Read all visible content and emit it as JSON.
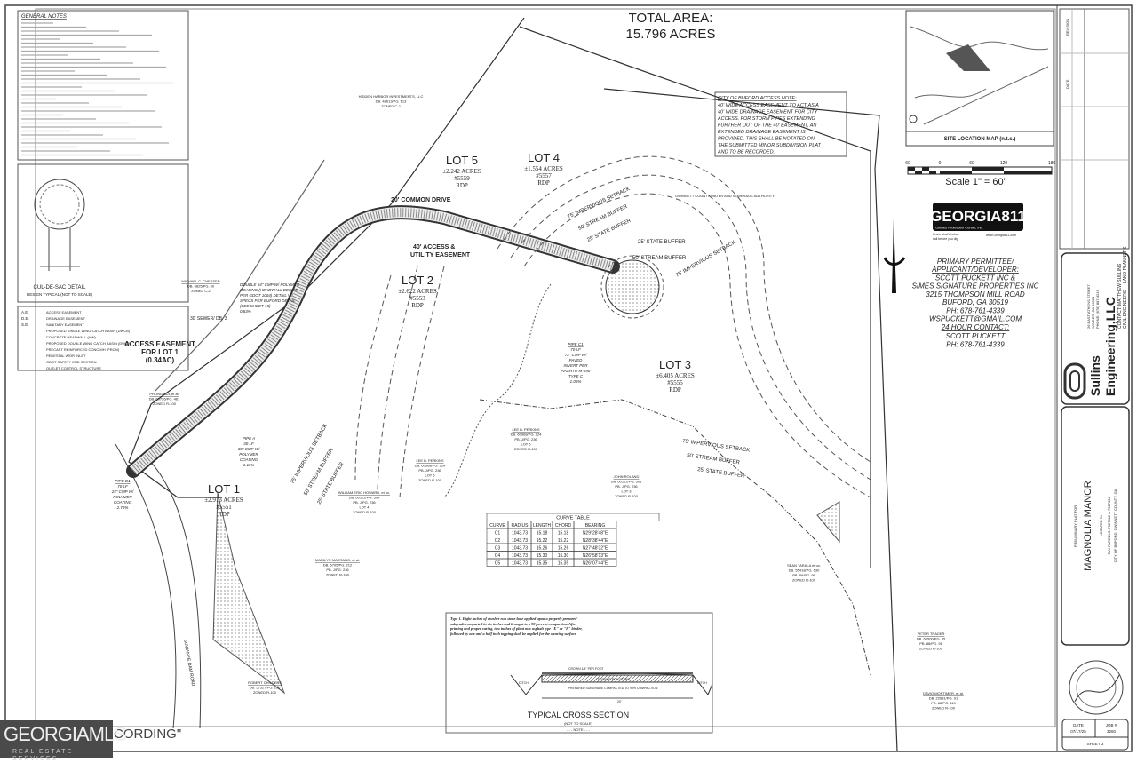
{
  "title_area": {
    "label": "TOTAL AREA:",
    "value": "15.796 ACRES"
  },
  "general_notes": {
    "heading": "GENERAL NOTES"
  },
  "legend": [
    {
      "abbr": "A.E.",
      "text": "ACCESS EASEMENT"
    },
    {
      "abbr": "D.E.",
      "text": "DRAINAGE EASEMENT"
    },
    {
      "abbr": "S.E.",
      "text": "SANITARY EASEMENT"
    },
    {
      "abbr": "",
      "text": "PROPOSED SINGLE WING CATCH BASIN (DWCB)"
    },
    {
      "abbr": "",
      "text": "CONCRETE HEADWALL (HW)"
    },
    {
      "abbr": "",
      "text": "PROPOSED DOUBLE WING CATCH BASIN (DWCB)"
    },
    {
      "abbr": "",
      "text": "PRECAST REINFORCED CONC MH (PRCM)"
    },
    {
      "abbr": "",
      "text": "PEDESTAL WEIR INLET"
    },
    {
      "abbr": "",
      "text": "GDOT SAFETY END SECTION"
    },
    {
      "abbr": "",
      "text": "OUTLET CONTROL STRUCTURE"
    }
  ],
  "culdesac": {
    "caption": "CUL-DE-SAC DETAIL",
    "sub": "DESIGN TYPICAL (NOT TO SCALE)"
  },
  "lots": [
    {
      "name": "LOT 1",
      "acres": "±2.973 ACRES",
      "num": "#5551",
      "zone": "RDP"
    },
    {
      "name": "LOT 2",
      "acres": "±2.622 ACRES",
      "num": "#5553",
      "zone": "RDP"
    },
    {
      "name": "LOT 3",
      "acres": "±6.405 ACRES",
      "num": "#5555",
      "zone": "RDP"
    },
    {
      "name": "LOT 4",
      "acres": "±1.554 ACRES",
      "num": "#5557",
      "zone": "RDP"
    },
    {
      "name": "LOT 5",
      "acres": "±2.242 ACRES",
      "num": "#5559",
      "zone": "RDP"
    }
  ],
  "labels": {
    "common_drive": "20' COMMON DRIVE",
    "access_util_1": "40' ACCESS &",
    "access_util_2": "UTILITY EASEMENT",
    "access_lot1_1": "ACCESS EASEMENT",
    "access_lot1_2": "FOR LOT 1",
    "access_lot1_3": "(0.34AC)",
    "sewer": "30' SEWER/ DB. 3",
    "setback": "75' IMPERVIOUS SETBACK",
    "stream": "50' STREAM BUFFER",
    "state": "25' STATE BUFFER",
    "gwinnett": "GWINNETT COUNTY WATER AND SEWERAGE AUTHORITY",
    "road": "SUWANEE DAM ROAD",
    "pipe_a": [
      "PIPE A",
      "30 LF",
      "30\" CMP W/",
      "POLYMER",
      "COATING",
      "1.11%"
    ],
    "pipe_c1": [
      "PIPE C1",
      "70 LF",
      "72\" CMP W/",
      "PAVED",
      "INVERT PER",
      "AASHTO M-190",
      "TYPE C",
      "1.05%"
    ],
    "pipe_d1": [
      "PIPE D1",
      "70 LF",
      "24\" CMP W/",
      "POLYMER",
      "COATING",
      "2.75%"
    ],
    "headwall_note": [
      "DOUBLE 54\" CMP W/ POLYMER",
      "COATING (HEADWALL DESIGN",
      "PER GDOT 1004) DETAIL W/",
      "SPECS PER BUFORD DETAIL",
      "(SEE SHEET 15)",
      "0.83%"
    ],
    "neighbors": [
      {
        "name": "LEE B. PERKINS",
        "db": "DB. 60968/PG. 224",
        "pb": "PB. J/PG. 236",
        "lot": "LOT 6",
        "zone": "ZONED R-100"
      },
      {
        "name": "LEE B. PERKINS",
        "db": "DB. 60968/PG. 224",
        "pb": "PB. J/PG. 236",
        "lot": "LOT 5",
        "zone": "ZONED R-100"
      },
      {
        "name": "JOHN ROLAND",
        "db": "DB. 60122/PG. 501",
        "pb": "PB. J/PG. 236",
        "lot": "LOT 3",
        "zone": "ZONED R-100"
      },
      {
        "name": "WILLIAM ERIC HOWARD, et ux.",
        "db": "DB. 60122/PG. 504",
        "pb": "PB. J/PG. 236",
        "lot": "LOT 4",
        "zone": "ZONED R-100"
      },
      {
        "name": "MARILYN MARRANO, et al.",
        "db": "DB. 5705/PG. 212",
        "pb": "PB. J/PG. 236",
        "lot": "",
        "zone": "ZONED R-100"
      },
      {
        "name": "SEAN TARALA et ux.",
        "db": "DB. 55418/PG. 630",
        "pb": "PB. 89/PG. 99",
        "lot": "",
        "zone": "ZONED R-100"
      },
      {
        "name": "PETER TRADER",
        "db": "DB. 60500/PG. 85",
        "pb": "PB. 88/PG. 91",
        "lot": "",
        "zone": "ZONED R-100"
      },
      {
        "name": "DAVID MORTIMER, et al.",
        "db": "DB. 22681/PG. 91",
        "pb": "PB. 88/PG. 110",
        "lot": "",
        "zone": "ZONED R-100"
      },
      {
        "name": "HIDDEN HARBOR INVESTMENTS, LLC",
        "db": "DB. 48613/PG. 613",
        "pb": "",
        "lot": "",
        "zone": "ZONED C-2"
      },
      {
        "name": "MICHAEL C. CHESSER",
        "db": "DB. 5825/PG. 60",
        "pb": "",
        "lot": "",
        "zone": "ZONED C-2"
      },
      {
        "name": "PHONG BUI, et al.",
        "db": "DB. 60726/PG. 461",
        "pb": "",
        "lot": "",
        "zone": "ZONED R-100"
      },
      {
        "name": "ROBERT CHILDERS",
        "db": "DB. 57327/PG. 296",
        "pb": "",
        "lot": "",
        "zone": "ZONED R-100"
      }
    ]
  },
  "curve_table": {
    "title": "CURVE TABLE",
    "headers": [
      "CURVE",
      "RADIUS",
      "LENGTH",
      "CHORD",
      "BEARING"
    ],
    "rows": [
      [
        "C1",
        "1043.73",
        "15.18",
        "15.18",
        "N29°28'48\"E"
      ],
      [
        "C2",
        "1043.73",
        "15.22",
        "15.22",
        "N28°38'44\"E"
      ],
      [
        "C3",
        "1043.73",
        "15.26",
        "15.26",
        "N27°48'32\"E"
      ],
      [
        "C4",
        "1043.73",
        "15.30",
        "15.30",
        "N26°58'13\"E"
      ],
      [
        "C5",
        "1043.73",
        "15.35",
        "15.35",
        "N26°07'44\"E"
      ]
    ]
  },
  "cross_section": {
    "note": "Type 1. Eight inches of crusher run stone base applied upon a properly prepared subgrade compacted in six inches and brought to a 98 percent compaction. After priming and proper curing, two inches of plant mix asphalt type \"E\" or \"F\" binder, followed by one and a half inch topping shall be applied for the wearing surface",
    "title": "TYPICAL CROSS SECTION",
    "sub": "(NOT TO SCALE)",
    "note_label": "- - - NOTE - - -",
    "crusher": "CRUSHER RUN STONE",
    "subgrade": "PREPARED SUBGRADE COMPACTED TO 98% COMPACTION",
    "crown": "CROWN 1/4\" PER FOOT",
    "ditch": "DITCH",
    "width": "20'"
  },
  "city_note": {
    "heading": "CITY OF BUFORD ACCESS NOTE:",
    "lines": [
      "40' WIDE ACCESS EASEMENT TO ACT AS A",
      "40' WIDE DRAINAGE EASEMENT FOR CITY",
      "ACCESS. FOR STORM PIPES EXTENDING",
      "FURTHER OUT OF THE 40' EASEMENT, AN",
      "EXTENDED DRAINAGE EASEMENT IS",
      "PROVIDED. THIS SHALL BE NOTATED ON",
      "THE SUBMITTED MINOR SUBDIVISION PLAT",
      "AND TO BE RECORDED."
    ]
  },
  "site_map": {
    "caption": "SITE LOCATION MAP (n.t.s.)"
  },
  "scale": {
    "ticks": [
      "60",
      "0",
      "60",
      "120",
      "180"
    ],
    "label": "Scale 1\" = 60'"
  },
  "georgia811": {
    "logo": "GEORGIA811",
    "sub": "Utilities Protection Center, Inc.",
    "tag1": "Know what's below",
    "tag2": "call before you dig.",
    "url": "www.Georgia811.com"
  },
  "permittee": {
    "heading1": "PRIMARY PERMITTEE/",
    "heading2": "APPLICANT/DEVELOPER:",
    "lines": [
      "SCOTT PUCKETT INC &",
      "SIMES SIGNATURE PROPERTIES INC",
      "3215 THOMPSON MILL ROAD",
      "BUFORD, GA 30519",
      "PH: 678-761-4339",
      "WSPUCKETT@GMAIL.COM"
    ],
    "contact_heading": "24 HOUR CONTACT:",
    "contact_lines": [
      "SCOTT PUCKETT",
      "PH:  678-761-4339"
    ]
  },
  "title_block": {
    "revision": "REVISION",
    "date": "DATE",
    "firm1": "Sullins",
    "firm2": "Engineering,LLC",
    "address": [
      "26 EAST ATHENS STREET",
      "WINDER, GA 30680",
      "PHONE: (678) 887-4219"
    ],
    "contact": "CONTACT: MATTHEW SULLINS",
    "discipline": "CIVIL ENGINEERS — LAND PLANNERS",
    "plat_for": "PRELIMINARY PLAT FOR:",
    "project": "MAGNOLIA MANOR",
    "located": "LOCATED IN",
    "parcels": "TAX PARCELS: 7327012 & 7327034",
    "city": "CITY OF BUFORD, GWINNETT COUNTY, GA",
    "date_label": "DATE",
    "date_value": "07/17/25",
    "job_label": "JOB #",
    "job_value": "3260",
    "sheet": "SHEET 3"
  },
  "watermark": {
    "brand": "GEORGIAMLS",
    "sub": "REAL ESTATE SERVICES"
  },
  "recording": "CORDING\""
}
